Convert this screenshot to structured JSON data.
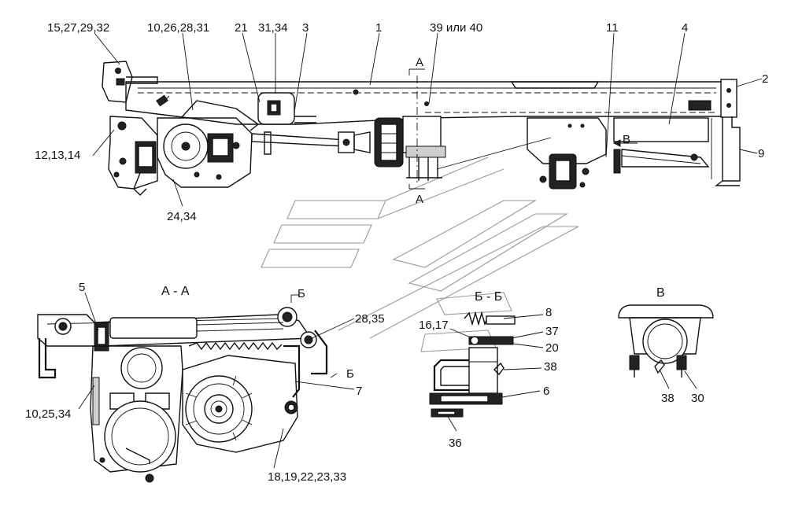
{
  "callouts_top": [
    {
      "id": "c-15-27-29-32",
      "text": "15,27,29,32"
    },
    {
      "id": "c-10-26-28-31",
      "text": "10,26,28,31"
    },
    {
      "id": "c-21",
      "text": "21"
    },
    {
      "id": "c-31-34",
      "text": "31,34"
    },
    {
      "id": "c-3",
      "text": "3"
    },
    {
      "id": "c-1",
      "text": "1"
    },
    {
      "id": "c-39-40",
      "text": "39 или 40"
    },
    {
      "id": "c-11",
      "text": "11"
    },
    {
      "id": "c-4",
      "text": "4"
    },
    {
      "id": "c-2",
      "text": "2"
    },
    {
      "id": "c-9",
      "text": "9"
    },
    {
      "id": "c-12-13-14",
      "text": "12,13,14"
    },
    {
      "id": "c-24-34",
      "text": "24,34"
    }
  ],
  "section_marks": {
    "a_top": "А",
    "a_bottom": "А",
    "b_mark": "Б",
    "b_mark_low": "Б",
    "v_mark": "В"
  },
  "views": {
    "aa_title": "А - А",
    "bb_title": "Б - Б",
    "v_title": "В"
  },
  "callouts_aa": [
    {
      "id": "c-5",
      "text": "5"
    },
    {
      "id": "c-28-35",
      "text": "28,35"
    },
    {
      "id": "c-7",
      "text": "7"
    },
    {
      "id": "c-10-25-34",
      "text": "10,25,34"
    },
    {
      "id": "c-18-19-22-23-33",
      "text": "18,19,22,23,33"
    }
  ],
  "callouts_bb": [
    {
      "id": "c-8",
      "text": "8"
    },
    {
      "id": "c-16-17",
      "text": "16,17"
    },
    {
      "id": "c-37",
      "text": "37"
    },
    {
      "id": "c-20",
      "text": "20"
    },
    {
      "id": "c-38-b",
      "text": "38"
    },
    {
      "id": "c-6",
      "text": "6"
    },
    {
      "id": "c-36",
      "text": "36"
    }
  ],
  "callouts_v": [
    {
      "id": "c-38-v",
      "text": "38"
    },
    {
      "id": "c-30",
      "text": "30"
    }
  ]
}
